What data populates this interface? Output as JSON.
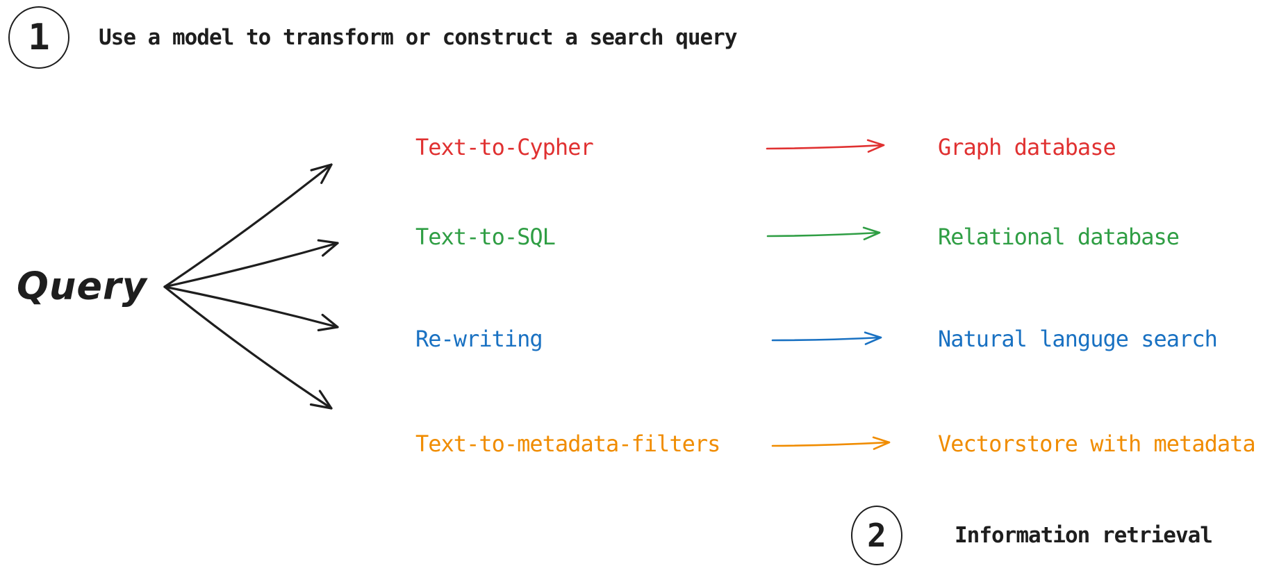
{
  "canvas": {
    "background": "#ffffff",
    "ink": "#1e1e1e"
  },
  "step1": {
    "number": "1",
    "label": "Use a model to transform or construct a search query"
  },
  "step2": {
    "number": "2",
    "label": "Information retrieval"
  },
  "query": {
    "label": "Query"
  },
  "rows": [
    {
      "method": "Text-to-Cypher",
      "target": "Graph database",
      "color": "#e03131"
    },
    {
      "method": "Text-to-SQL",
      "target": "Relational database",
      "color": "#2f9e44"
    },
    {
      "method": "Re-writing",
      "target": "Natural languge search",
      "color": "#1971c2"
    },
    {
      "method": "Text-to-metadata-filters",
      "target": "Vectorstore with metadata",
      "color": "#f08c00"
    }
  ]
}
